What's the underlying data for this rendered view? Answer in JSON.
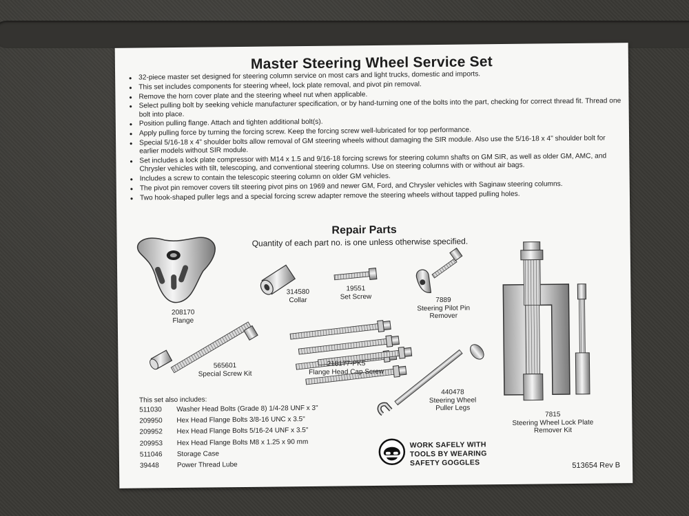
{
  "card": {
    "title": "Master Steering Wheel Service Set",
    "bullets": [
      "32-piece master set designed for steering column service on most cars and light trucks, domestic and imports.",
      "This set includes components for steering wheel, lock plate removal, and pivot pin removal.",
      "Remove the horn cover plate and the steering wheel nut when applicable.",
      "Select pulling bolt by seeking vehicle manufacturer specification, or by hand-turning one of the bolts into the part, checking for correct thread fit. Thread one bolt into place.",
      "Position pulling flange. Attach and tighten additional bolt(s).",
      "Apply pulling force by turning the forcing screw. Keep the forcing screw well-lubricated for top performance.",
      "Special 5/16-18 x 4\" shoulder bolts allow removal of GM steering wheels without damaging the SIR module. Also use the 5/16-18 x 4\" shoulder bolt for earlier models without SIR module.",
      "Set includes a lock plate compressor with M14 x 1.5 and 9/16-18 forcing screws for steering column shafts on GM SIR, as well as older GM, AMC, and Chrysler vehicles with tilt, telescoping, and conventional steering columns. Use on steering columns with or without air bags.",
      "Includes a screw to contain the telescopic steering column on older GM vehicles.",
      "The pivot pin remover covers tilt steering pivot pins on 1969 and newer GM, Ford, and Chrysler vehicles with Saginaw steering columns.",
      "Two hook-shaped puller legs and a special forcing screw adapter remove the steering wheels without tapped pulling holes."
    ],
    "repair_title": "Repair Parts",
    "quantity_note": "Quantity of each part no. is one unless otherwise specified.",
    "parts": {
      "flange": {
        "number": "208170",
        "name": "Flange"
      },
      "collar": {
        "number": "314580",
        "name": "Collar"
      },
      "set_screw": {
        "number": "19551",
        "name": "Set Screw"
      },
      "pilot_pin": {
        "number": "7889",
        "name": "Steering Pilot Pin",
        "name2": "Remover"
      },
      "special_screw": {
        "number": "565601",
        "name": "Special Screw Kit"
      },
      "cap_screw": {
        "number": "218177-PK5",
        "name": "Flange Head Cap Screw"
      },
      "puller_legs": {
        "number": "440478",
        "name": "Steering Wheel",
        "name2": "Puller Legs"
      },
      "lock_plate": {
        "number": "7815",
        "name": "Steering Wheel Lock Plate",
        "name2": "Remover Kit"
      }
    },
    "also_title": "This set also includes:",
    "also_items": [
      {
        "num": "511030",
        "desc": "Washer Head Bolts (Grade 8) 1/4-28 UNF x 3\""
      },
      {
        "num": "209950",
        "desc": "Hex Head Flange Bolts 3/8-16 UNC x 3.5\""
      },
      {
        "num": "209952",
        "desc": "Hex Head Flange Bolts 5/16-24 UNF x 3.5\""
      },
      {
        "num": "209953",
        "desc": "Hex Head Flange Bolts M8 x 1.25 x 90 mm"
      },
      {
        "num": "511046",
        "desc": "Storage Case"
      },
      {
        "num": "39448",
        "desc": "Power Thread Lube"
      }
    ],
    "safety": {
      "line1": "WORK SAFELY WITH",
      "line2": "TOOLS BY WEARING",
      "line3": "SAFETY GOGGLES",
      "icon": "safety-goggles-icon"
    },
    "revision": "513654 Rev B"
  }
}
